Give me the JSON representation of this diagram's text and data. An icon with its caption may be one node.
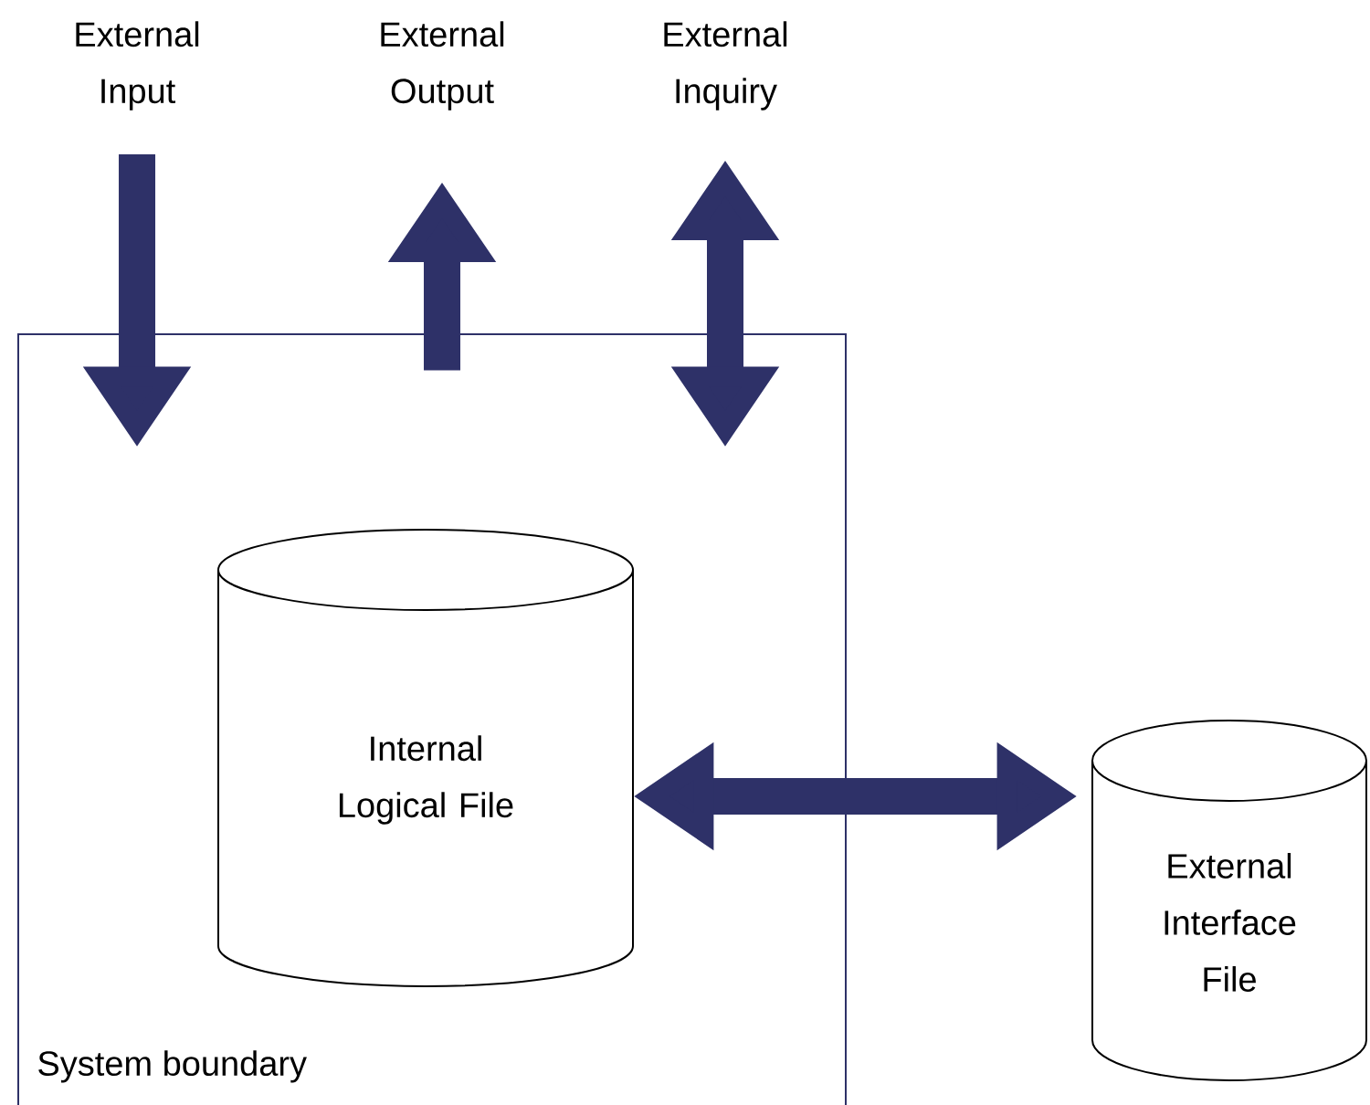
{
  "diagram": {
    "nodes": [
      {
        "text": [
          "External Input"
        ]
      },
      {
        "text": [
          "External Output"
        ]
      },
      {
        "text": [
          "External Inquiry"
        ]
      },
      {
        "text": [
          "System boundary"
        ]
      },
      {
        "text": [
          "Internal Logical File"
        ],
        "in": 3
      },
      {
        "text": [
          "External Interface File"
        ]
      }
    ],
    "edges": [
      {
        "from": 0,
        "to": 3,
        "arrow": "to"
      },
      {
        "from": 3,
        "to": 1,
        "arrow": "to"
      },
      {
        "from": 2,
        "to": 3,
        "arrow": "both"
      },
      {
        "from": 4,
        "to": 5,
        "arrow": "both"
      }
    ]
  }
}
